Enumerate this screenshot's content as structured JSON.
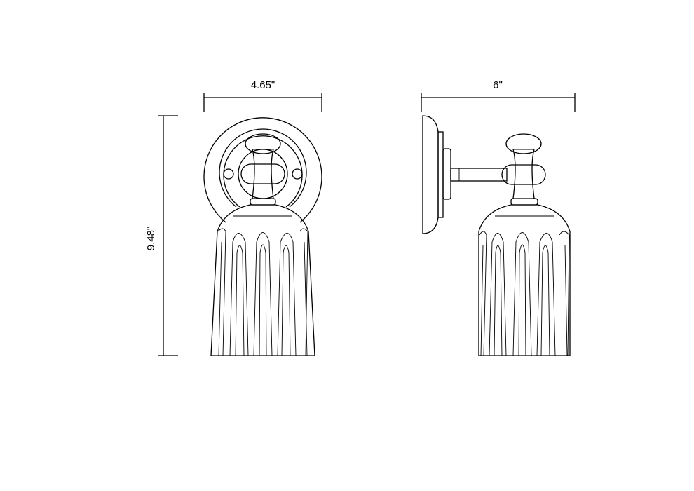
{
  "dimensions": {
    "front_width": "4.65\"",
    "height": "9.48\"",
    "side_depth": "6\""
  },
  "colors": {
    "line": "#000000",
    "background": "#ffffff"
  }
}
